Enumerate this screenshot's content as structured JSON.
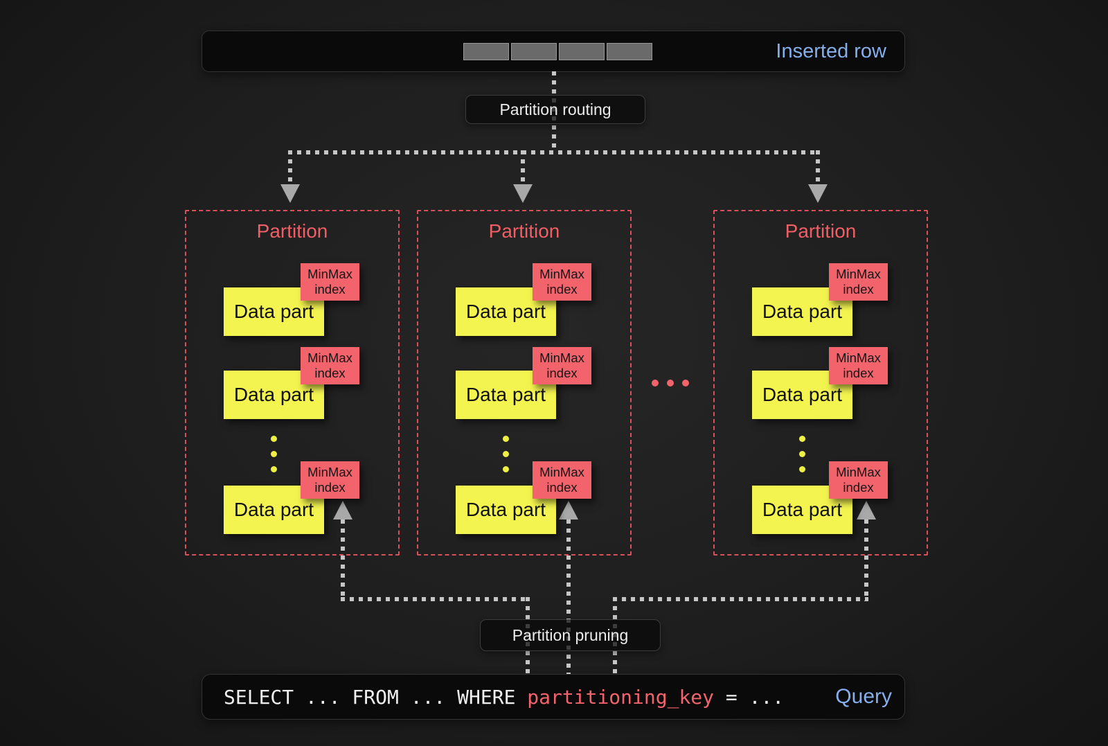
{
  "colors": {
    "accent_blue": "#85aeec",
    "partition_red": "#f05f66",
    "minmax_red": "#f2636c",
    "data_part_yellow": "#f3f44f",
    "connector_gray": "#c6c6c6"
  },
  "inserted_row": {
    "label": "Inserted row",
    "segment_count": 4
  },
  "labels": {
    "routing": "Partition routing",
    "pruning": "Partition pruning"
  },
  "partitions": [
    {
      "title": "Partition",
      "parts": [
        {
          "label": "Data part",
          "index_label": "MinMax\nindex"
        },
        {
          "label": "Data part",
          "index_label": "MinMax\nindex"
        },
        {
          "label": "Data part",
          "index_label": "MinMax\nindex"
        }
      ]
    },
    {
      "title": "Partition",
      "parts": [
        {
          "label": "Data part",
          "index_label": "MinMax\nindex"
        },
        {
          "label": "Data part",
          "index_label": "MinMax\nindex"
        },
        {
          "label": "Data part",
          "index_label": "MinMax\nindex"
        }
      ]
    },
    {
      "title": "Partition",
      "parts": [
        {
          "label": "Data part",
          "index_label": "MinMax\nindex"
        },
        {
          "label": "Data part",
          "index_label": "MinMax\nindex"
        },
        {
          "label": "Data part",
          "index_label": "MinMax\nindex"
        }
      ]
    }
  ],
  "query": {
    "select_clause": "SELECT ... FROM ... WHERE ",
    "partitioning_key": "partitioning_key",
    "tail": " = ...",
    "label": "Query"
  }
}
